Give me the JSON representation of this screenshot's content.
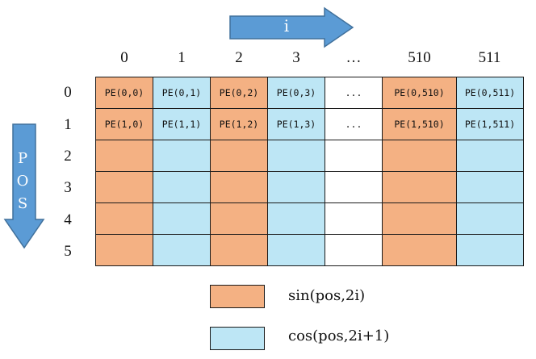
{
  "arrows": {
    "i_label": "i",
    "pos_letters": [
      "P",
      "O",
      "S"
    ]
  },
  "columns": [
    "0",
    "1",
    "2",
    "3",
    "…",
    "510",
    "511"
  ],
  "rows": [
    "0",
    "1",
    "2",
    "3",
    "4",
    "5"
  ],
  "column_types": [
    "sin",
    "cos",
    "sin",
    "cos",
    "blank",
    "sin",
    "cos"
  ],
  "cells": [
    [
      "PE(0,0)",
      "PE(0,1)",
      "PE(0,2)",
      "PE(0,3)",
      "...",
      "PE(0,510)",
      "PE(0,511)"
    ],
    [
      "PE(1,0)",
      "PE(1,1)",
      "PE(1,2)",
      "PE(1,3)",
      "...",
      "PE(1,510)",
      "PE(1,511)"
    ],
    [
      "",
      "",
      "",
      "",
      "",
      "",
      ""
    ],
    [
      "",
      "",
      "",
      "",
      "",
      "",
      ""
    ],
    [
      "",
      "",
      "",
      "",
      "",
      "",
      ""
    ],
    [
      "",
      "",
      "",
      "",
      "",
      "",
      ""
    ]
  ],
  "legend": [
    {
      "type": "sin",
      "label": "sin(pos,2i)",
      "color": "#f4b183"
    },
    {
      "type": "cos",
      "label": "cos(pos,2i+1)",
      "color": "#bde6f5"
    }
  ],
  "colors": {
    "arrow": "#5b9bd5",
    "arrow_border": "#41719c",
    "sin": "#f4b183",
    "cos": "#bde6f5"
  }
}
